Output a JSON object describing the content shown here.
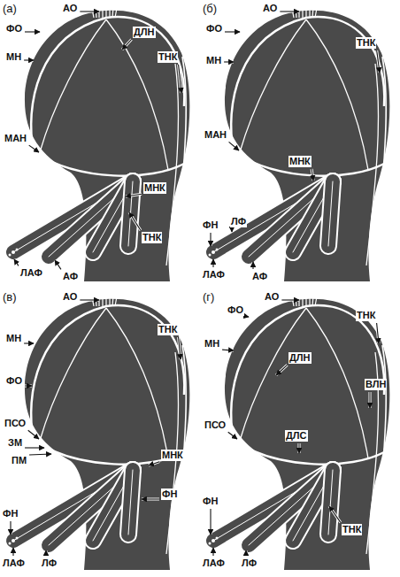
{
  "diagram": {
    "labels": [
      "(а)",
      "АО",
      "ФО",
      "ДЛН",
      "МН",
      "ТНК",
      "МАН",
      "МНК",
      "ТНК",
      "ЛАФ",
      "АФ",
      "(б)",
      "АО",
      "ФО",
      "ТНК",
      "МН",
      "МАН",
      "МНК",
      "ФН",
      "ЛФ",
      "ЛАФ",
      "АФ",
      "(в)",
      "АО",
      "ТНК",
      "МН",
      "ФО",
      "ПСО",
      "ЗМ",
      "ПМ",
      "МНК",
      "ФН",
      "ФН",
      "ЛАФ",
      "ЛФ",
      "(г)",
      "ФО",
      "АО",
      "ТНК",
      "МН",
      "ДЛН",
      "ВЛН",
      "ПСО",
      "ДЛС",
      "ФН",
      "ЛАФ",
      "ЛФ",
      "ТНК"
    ]
  }
}
